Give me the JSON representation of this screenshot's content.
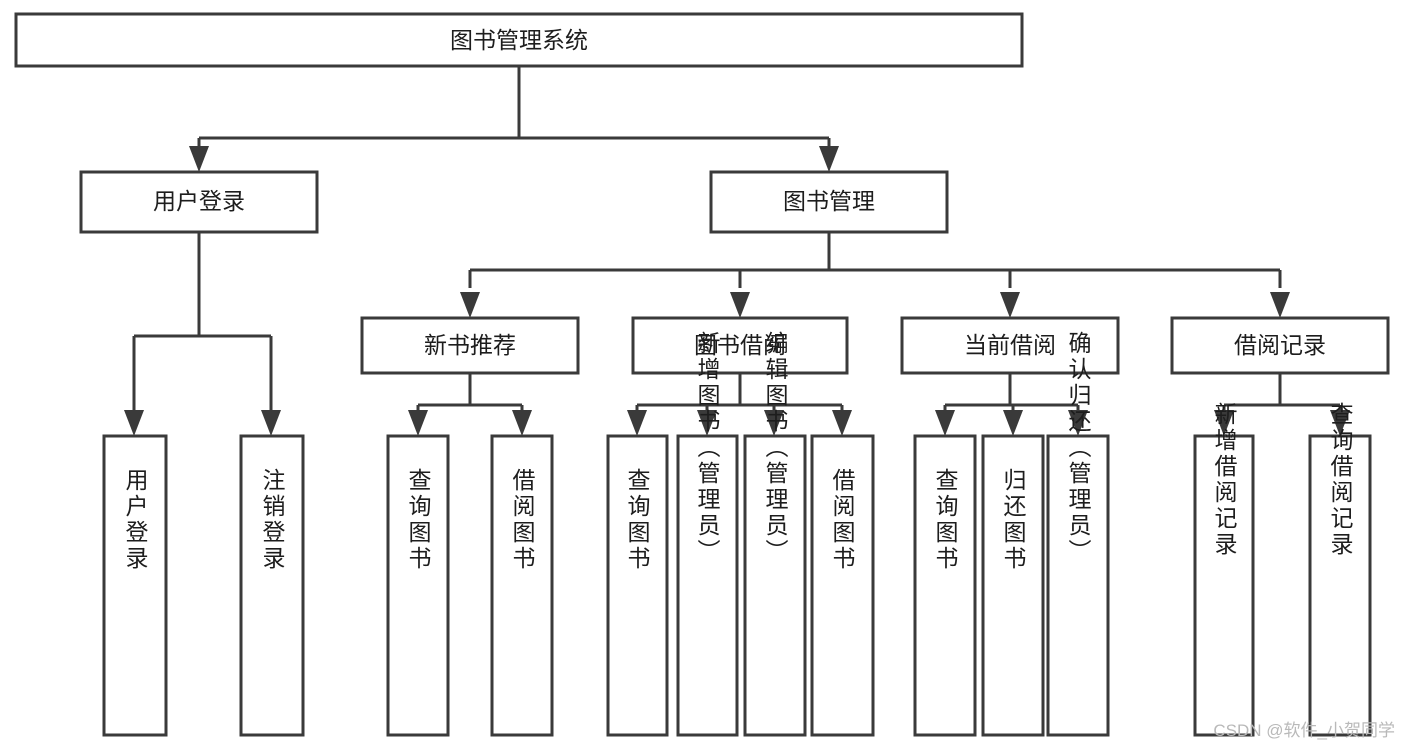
{
  "diagram": {
    "type": "tree-hierarchy-chart",
    "title": "图书管理系统",
    "root": {
      "id": "root",
      "label": "图书管理系统"
    },
    "level2": [
      {
        "id": "user-login",
        "label": "用户登录"
      },
      {
        "id": "book-manage",
        "label": "图书管理"
      }
    ],
    "level3": [
      {
        "id": "new-book-recommend",
        "label": "新书推荐",
        "parent": "book-manage"
      },
      {
        "id": "book-borrow",
        "label": "图书借阅",
        "parent": "book-manage"
      },
      {
        "id": "current-borrow",
        "label": "当前借阅",
        "parent": "book-manage"
      },
      {
        "id": "borrow-record",
        "label": "借阅记录",
        "parent": "book-manage"
      }
    ],
    "leaves": [
      {
        "id": "leaf-user-login",
        "label": "用户登录",
        "parent": "user-login"
      },
      {
        "id": "leaf-logout-login",
        "label": "注销登录",
        "parent": "user-login"
      },
      {
        "id": "leaf-query-book-1",
        "label": "查询图书",
        "parent": "new-book-recommend"
      },
      {
        "id": "leaf-borrow-book-1",
        "label": "借阅图书",
        "parent": "new-book-recommend"
      },
      {
        "id": "leaf-query-book-2",
        "label": "查询图书",
        "parent": "book-borrow"
      },
      {
        "id": "leaf-add-book",
        "label": "新增图书（管理员）",
        "parent": "book-borrow"
      },
      {
        "id": "leaf-edit-book",
        "label": "编辑图书（管理员）",
        "parent": "book-borrow"
      },
      {
        "id": "leaf-borrow-book-2",
        "label": "借阅图书",
        "parent": "book-borrow"
      },
      {
        "id": "leaf-query-book-3",
        "label": "查询图书",
        "parent": "current-borrow"
      },
      {
        "id": "leaf-return-book",
        "label": "归还图书",
        "parent": "current-borrow"
      },
      {
        "id": "leaf-confirm-return",
        "label": "确认归还（管理员）",
        "parent": "current-borrow"
      },
      {
        "id": "leaf-add-record",
        "label": "新增借阅记录",
        "parent": "borrow-record"
      },
      {
        "id": "leaf-query-record",
        "label": "查询借阅记录",
        "parent": "borrow-record"
      }
    ],
    "colors": {
      "stroke": "#3a3a3a",
      "fill": "#ffffff",
      "text": "#1d1d1d",
      "watermark": "#b9b9b9"
    }
  },
  "watermark": {
    "text": "CSDN @软件_小贺同学"
  }
}
